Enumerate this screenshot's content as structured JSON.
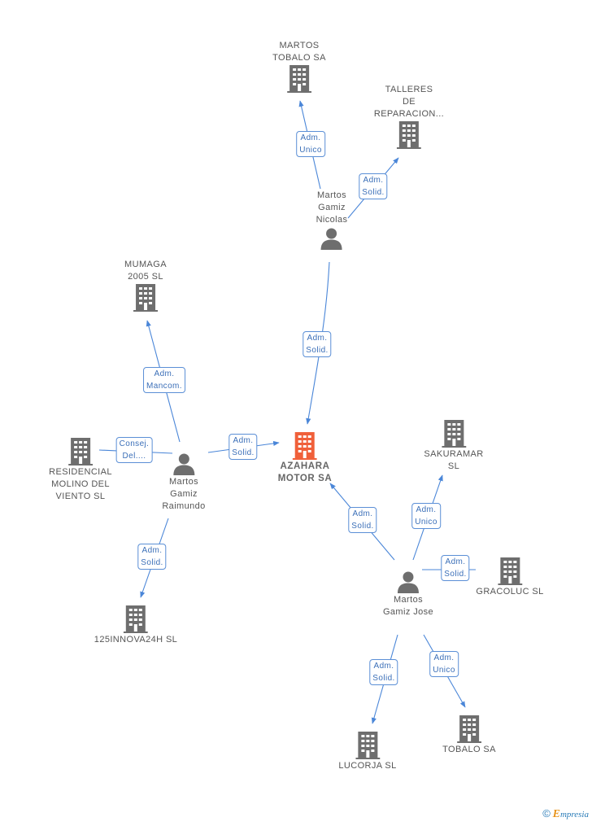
{
  "colors": {
    "edge": "#4a86d8",
    "company_icon": "#6e6e6e",
    "central_icon": "#f0603a",
    "person_icon": "#6e6e6e",
    "label_text": "#555555",
    "relation_text": "#3b6fb8"
  },
  "companies": {
    "martos_tobalo": "MARTOS\nTOBALO SA",
    "talleres": "TALLERES\nDE\nREPARACION...",
    "mumaga": "MUMAGA\n2005 SL",
    "residencial": "RESIDENCIAL\nMOLINO DEL\nVIENTO SL",
    "azahara": "AZAHARA\nMOTOR SA",
    "sakuramar": "SAKURAMAR\nSL",
    "gracoluc": "GRACOLUC SL",
    "innova": "125INNOVA24H SL",
    "lucorja": "LUCORJA SL",
    "tobalo": "TOBALO SA"
  },
  "people": {
    "nicolas": "Martos\nGamiz\nNicolas",
    "raimundo": "Martos\nGamiz\nRaimundo",
    "jose": "Martos\nGamiz Jose"
  },
  "relations": {
    "r1": "Adm.\nUnico",
    "r2": "Adm.\nSolid.",
    "r3": "Adm.\nSolid.",
    "r4": "Adm.\nMancom.",
    "r5": "Consej.\nDel....",
    "r6": "Adm.\nSolid.",
    "r7": "Adm.\nSolid.",
    "r8": "Adm.\nSolid.",
    "r9": "Adm.\nUnico",
    "r10": "Adm.\nSolid.",
    "r11": "Adm.\nSolid.",
    "r12": "Adm.\nUnico"
  },
  "footer": {
    "copyright": "©",
    "brand_initial": "E",
    "brand_rest": "mpresia"
  }
}
